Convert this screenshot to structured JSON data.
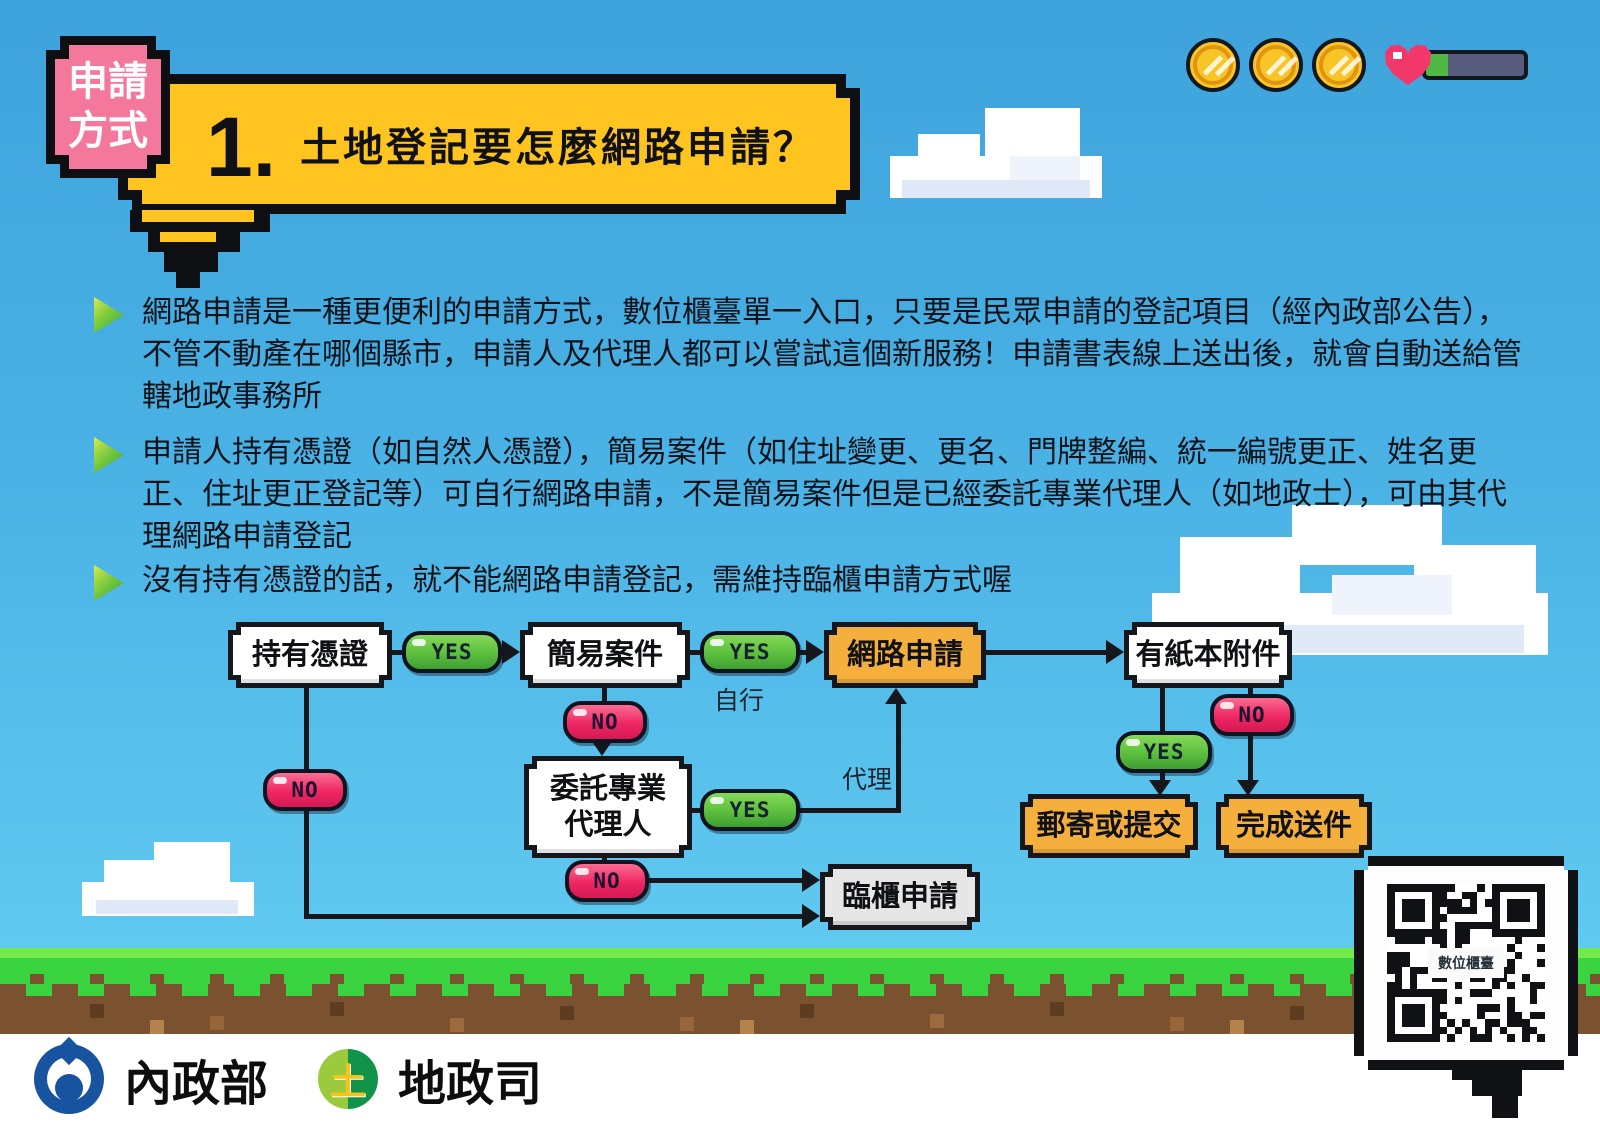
{
  "hud": {
    "coin_count": 3,
    "health_percent": 22
  },
  "header": {
    "badge_line1": "申請",
    "badge_line2": "方式",
    "number": "1.",
    "title": "土地登記要怎麼網路申請？"
  },
  "bullets": [
    "網路申請是一種更便利的申請方式，數位櫃臺單一入口，只要是民眾申請的登記項目（經內政部公告），不管不動產在哪個縣市，申請人及代理人都可以嘗試這個新服務！申請書表線上送出後，就會自動送給管轄地政事務所",
    "申請人持有憑證（如自然人憑證），簡易案件（如住址變更、更名、門牌整編、統一編號更正、姓名更正、住址更正登記等）可自行網路申請，不是簡易案件但是已經委託專業代理人（如地政士），可由其代理網路申請登記",
    "沒有持有憑證的話，就不能網路申請登記，需維持臨櫃申請方式喔"
  ],
  "flowchart": {
    "yes": "YES",
    "no": "NO",
    "self_label": "自行",
    "agent_label": "代理",
    "nodes": {
      "cert": "持有憑證",
      "simple": "簡易案件",
      "online": "網路申請",
      "paper": "有紙本附件",
      "agent": "委託專業代理人",
      "counter": "臨櫃申請",
      "mail": "郵寄或提交",
      "done": "完成送件"
    }
  },
  "qr": {
    "label": "數位櫃臺"
  },
  "footer": {
    "org1": "內政部",
    "org2": "地政司"
  },
  "colors": {
    "sky_top": "#3ea3dc",
    "sky_bottom": "#63ccf2",
    "banner_yellow": "#ffc41f",
    "badge_pink": "#f4789b",
    "node_orange": "#f5af3d",
    "node_gray": "#e6e6e6",
    "yes_green": "#5cbf3e",
    "no_pink": "#ef2763",
    "grass_green": "#3bd441",
    "dirt_brown": "#7a5230",
    "outline_black": "#15171c"
  }
}
